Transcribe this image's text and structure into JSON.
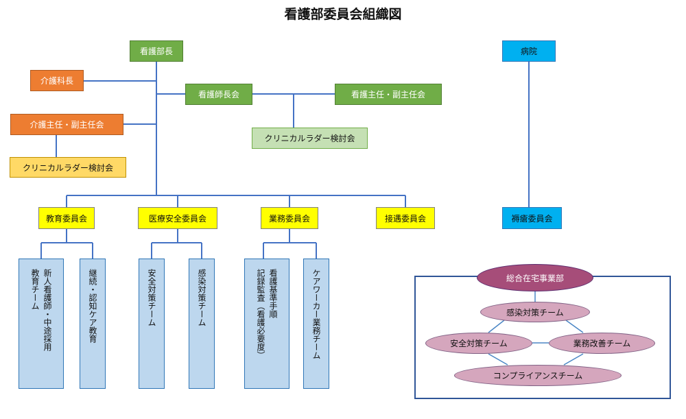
{
  "title": "看護部委員会組織図",
  "top": {
    "nursing_director": "看護部長",
    "hospital": "病院",
    "head_nurse_meeting": "看護師長会",
    "chief_meeting": "看護主任・副主任会",
    "clinical_ladder_right": "クリニカルラダー検討会"
  },
  "care": {
    "care_manager": "介護科長",
    "care_chief_meeting": "介護主任・副主任会",
    "clinical_ladder_left": "クリニカルラダー検討会"
  },
  "committees": {
    "education": "教育委員会",
    "medical_safety": "医療安全委員会",
    "operations": "業務委員会",
    "hospitality": "接遇委員会",
    "pressure_ulcer": "褥瘡委員会"
  },
  "teams": {
    "education_a": [
      "新人看護師・中途採用",
      "教育チーム"
    ],
    "education_b": [
      "継続・認知ケア教育"
    ],
    "safety": [
      "安全対策チーム"
    ],
    "infection": [
      "感染対策チーム"
    ],
    "operations_a": [
      "看護基準手順",
      "記録監査（看護必要度）"
    ],
    "operations_b": [
      "ケアワーカー業務チーム"
    ]
  },
  "home_care": {
    "department": "総合在宅事業部",
    "infection_team": "感染対策チーム",
    "safety_team": "安全対策チーム",
    "improvement_team": "業務改善チーム",
    "compliance_team": "コンプライアンスチーム"
  },
  "colors": {
    "line": "#4472c4",
    "green": "#70ad47",
    "orange": "#ed7d31",
    "yellow": "#ffd966",
    "committee_yellow": "#ffff00",
    "cyan": "#00b0f0",
    "team_blue": "#bdd7ee",
    "department_purple": "#a64d79",
    "team_pink": "#d5a6bd"
  }
}
